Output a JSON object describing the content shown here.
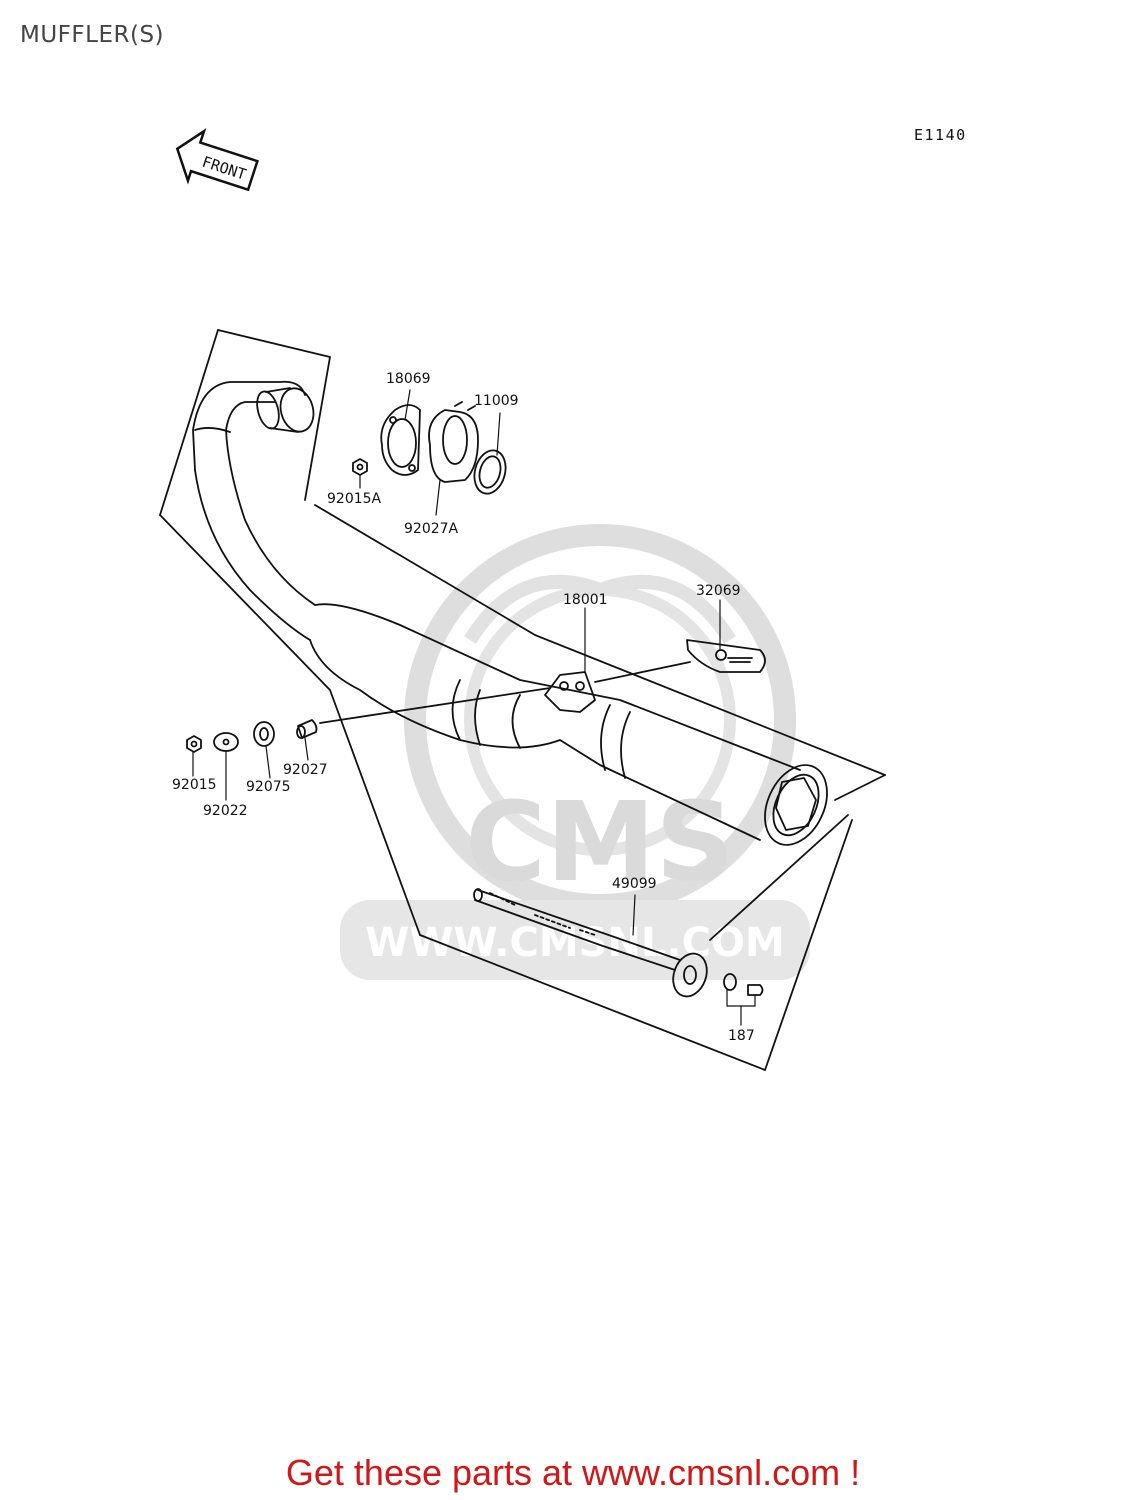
{
  "title": "MUFFLER(S)",
  "diagram_code": "E1140",
  "front_label": "FRONT",
  "watermark": {
    "brand": "CMS",
    "url": "WWW.CMSNL.COM"
  },
  "parts": [
    {
      "id": "18069",
      "label": "18069"
    },
    {
      "id": "11009",
      "label": "11009"
    },
    {
      "id": "92015A",
      "label": "92015A"
    },
    {
      "id": "92027A",
      "label": "92027A"
    },
    {
      "id": "18001",
      "label": "18001"
    },
    {
      "id": "32069",
      "label": "32069"
    },
    {
      "id": "92015",
      "label": "92015"
    },
    {
      "id": "92022",
      "label": "92022"
    },
    {
      "id": "92075",
      "label": "92075"
    },
    {
      "id": "92027",
      "label": "92027"
    },
    {
      "id": "49099",
      "label": "49099"
    },
    {
      "id": "187",
      "label": "187"
    }
  ],
  "footer": {
    "text": "Get these parts at www.cmsnl.com !"
  },
  "colors": {
    "line": "#111111",
    "watermark": "#d9d9d9",
    "footer": "#d01818"
  }
}
